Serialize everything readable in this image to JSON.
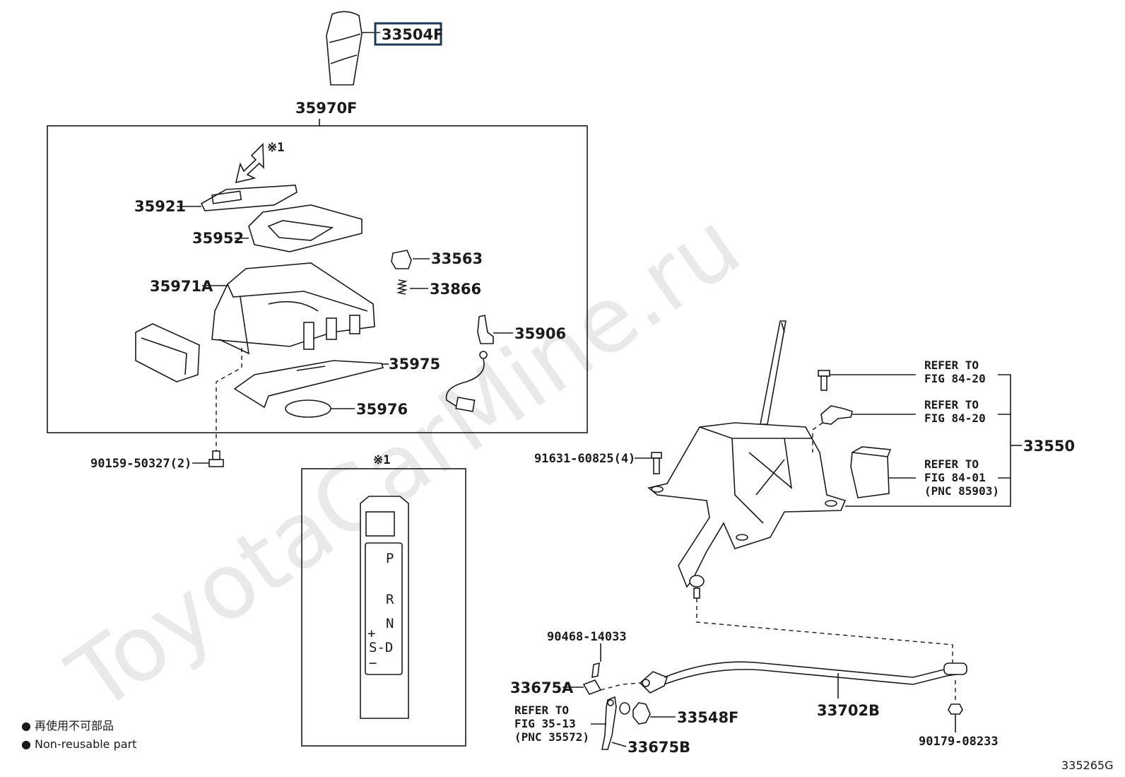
{
  "watermark": "ToyotaCarMine.ru",
  "labels": {
    "p33504F": "33504F",
    "p35970F": "35970F",
    "p35921": "35921",
    "p35952": "35952",
    "p35971A": "35971A",
    "p33563": "33563",
    "p33866": "33866",
    "p35906": "35906",
    "p35975": "35975",
    "p35976": "35976",
    "p90159": "90159-50327(2)",
    "p91631": "91631-60825(4)",
    "p33550": "33550",
    "p90468": "90468-14033",
    "p33675A": "33675A",
    "p33548F": "33548F",
    "p33702B": "33702B",
    "p33675B": "33675B",
    "p90179": "90179-08233",
    "mark1": "※1",
    "mark1b": "※1"
  },
  "refer": {
    "r1_line1": "REFER TO",
    "r1_line2": "FIG 84-20",
    "r2_line1": "REFER TO",
    "r2_line2": "FIG 84-20",
    "r3_line1": "REFER TO",
    "r3_line2": "FIG 84-01",
    "r3_line3": "(PNC 85903)",
    "r4_line1": "REFER TO",
    "r4_line2": "FIG 35-13",
    "r4_line3": "(PNC 35572)"
  },
  "shift_pattern": {
    "p": "P",
    "r": "R",
    "n": "N",
    "plus": "+",
    "sd": "S-D",
    "minus": "−"
  },
  "legend": {
    "line1": "● 再使用不可部品",
    "line2": "● Non-reusable part"
  },
  "figure_id": "335265G"
}
